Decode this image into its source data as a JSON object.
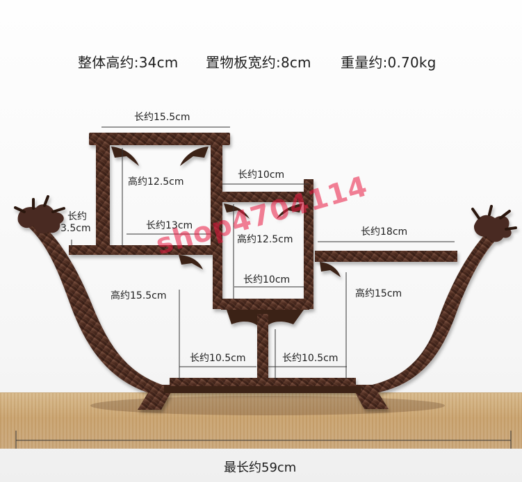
{
  "header": {
    "height": "整体高约:34cm",
    "shelf_width": "置物板宽约:8cm",
    "weight": "重量约:0.70kg"
  },
  "dimensions": {
    "top_length": "长约15.5cm",
    "top_height": "高约12.5cm",
    "middle_top_length": "长约10cm",
    "left_small_length_1": "长约",
    "left_small_length_2": "3.5cm",
    "left_shelf_length": "长约13cm",
    "middle_height": "高约12.5cm",
    "right_shelf_length": "长约18cm",
    "middle_bottom_length": "长约10cm",
    "left_height": "高约15.5cm",
    "right_height": "高约15cm",
    "bottom_left_length": "长约10.5cm",
    "bottom_right_length": "长约10.5cm",
    "total_length": "最长约59cm"
  },
  "watermark": "shop4704114",
  "colors": {
    "wood_dark": "#3c2118",
    "wood_mid": "#5a3527",
    "wood_light": "#7b5140",
    "floor": "#cfac7b",
    "watermark": "#ea1840",
    "line": "#333333"
  },
  "icons": {
    "left_dragon": "dragon-head-icon",
    "right_dragon": "dragon-head-icon"
  }
}
